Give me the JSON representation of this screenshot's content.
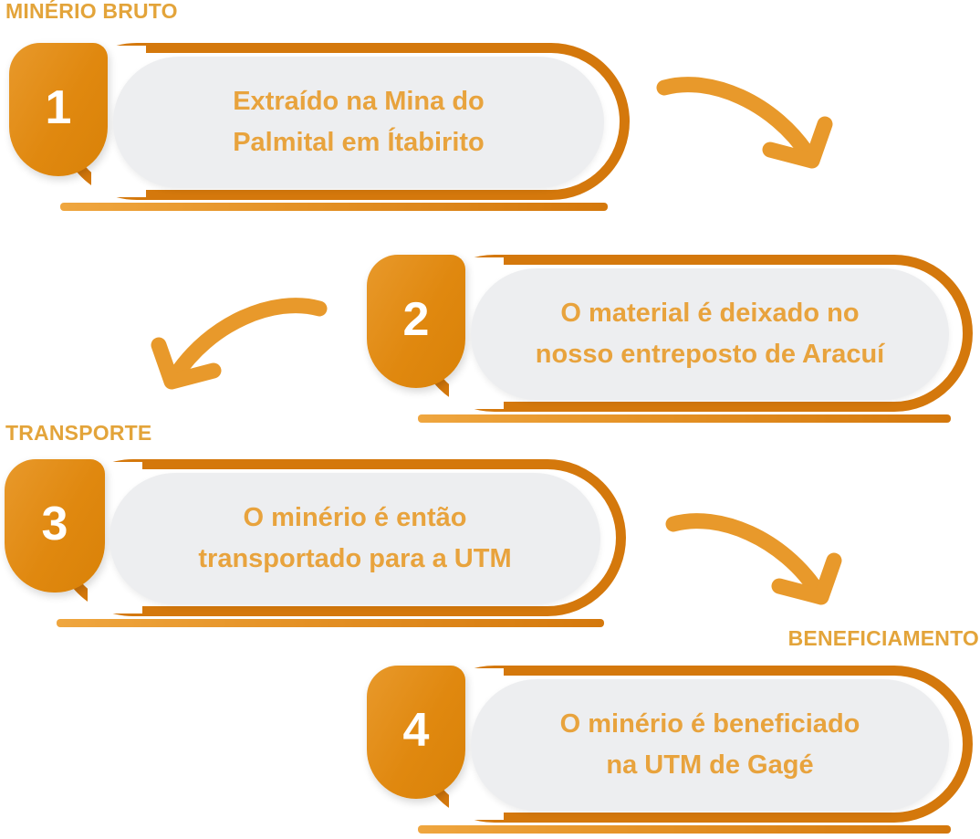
{
  "page": {
    "title": "Fluxo do minério",
    "background": "#ffffff",
    "accent_dark": "#D4780C",
    "accent_mid": "#E8992B",
    "accent_light": "#E8A33D",
    "label_color": "#E3A43A",
    "capsule_bg": "#EDEEF0",
    "number_color": "#ffffff"
  },
  "labels": [
    {
      "id": "minerio-bruto",
      "text": "MINÉRIO BRUTO"
    },
    {
      "id": "transporte",
      "text": "TRANSPORTE"
    },
    {
      "id": "beneficiamento",
      "text": "BENEFICIAMENTO"
    }
  ],
  "steps": [
    {
      "number": "1",
      "text": "Extraído na Mina do\nPalmital em Ítabirito",
      "line1": "Extraído na Mina do",
      "line2": "Palmital em Ítabirito",
      "section": "MINÉRIO BRUTO",
      "align": "left"
    },
    {
      "number": "2",
      "text": "O material é deixado no\nnosso entreposto de Aracuí",
      "line1": "O material é deixado no",
      "line2": "nosso entreposto de Aracuí",
      "section": "",
      "align": "right"
    },
    {
      "number": "3",
      "text": "O minério é então\ntransportado para a UTM",
      "line1": "O minério é então",
      "line2": "transportado para a UTM",
      "section": "TRANSPORTE",
      "align": "left"
    },
    {
      "number": "4",
      "text": "O minério é beneficiado\nna UTM de Gagé",
      "line1": "O minério é beneficiado",
      "line2": "na UTM de Gagé",
      "section": "BENEFICIAMENTO",
      "align": "right"
    }
  ],
  "arrows": [
    {
      "id": "arrow-1-to-2",
      "direction": "down-right",
      "color": "#E8992B"
    },
    {
      "id": "arrow-2-to-3",
      "direction": "down-left",
      "color": "#E8992B"
    },
    {
      "id": "arrow-3-to-4",
      "direction": "down-right",
      "color": "#E8992B"
    }
  ]
}
